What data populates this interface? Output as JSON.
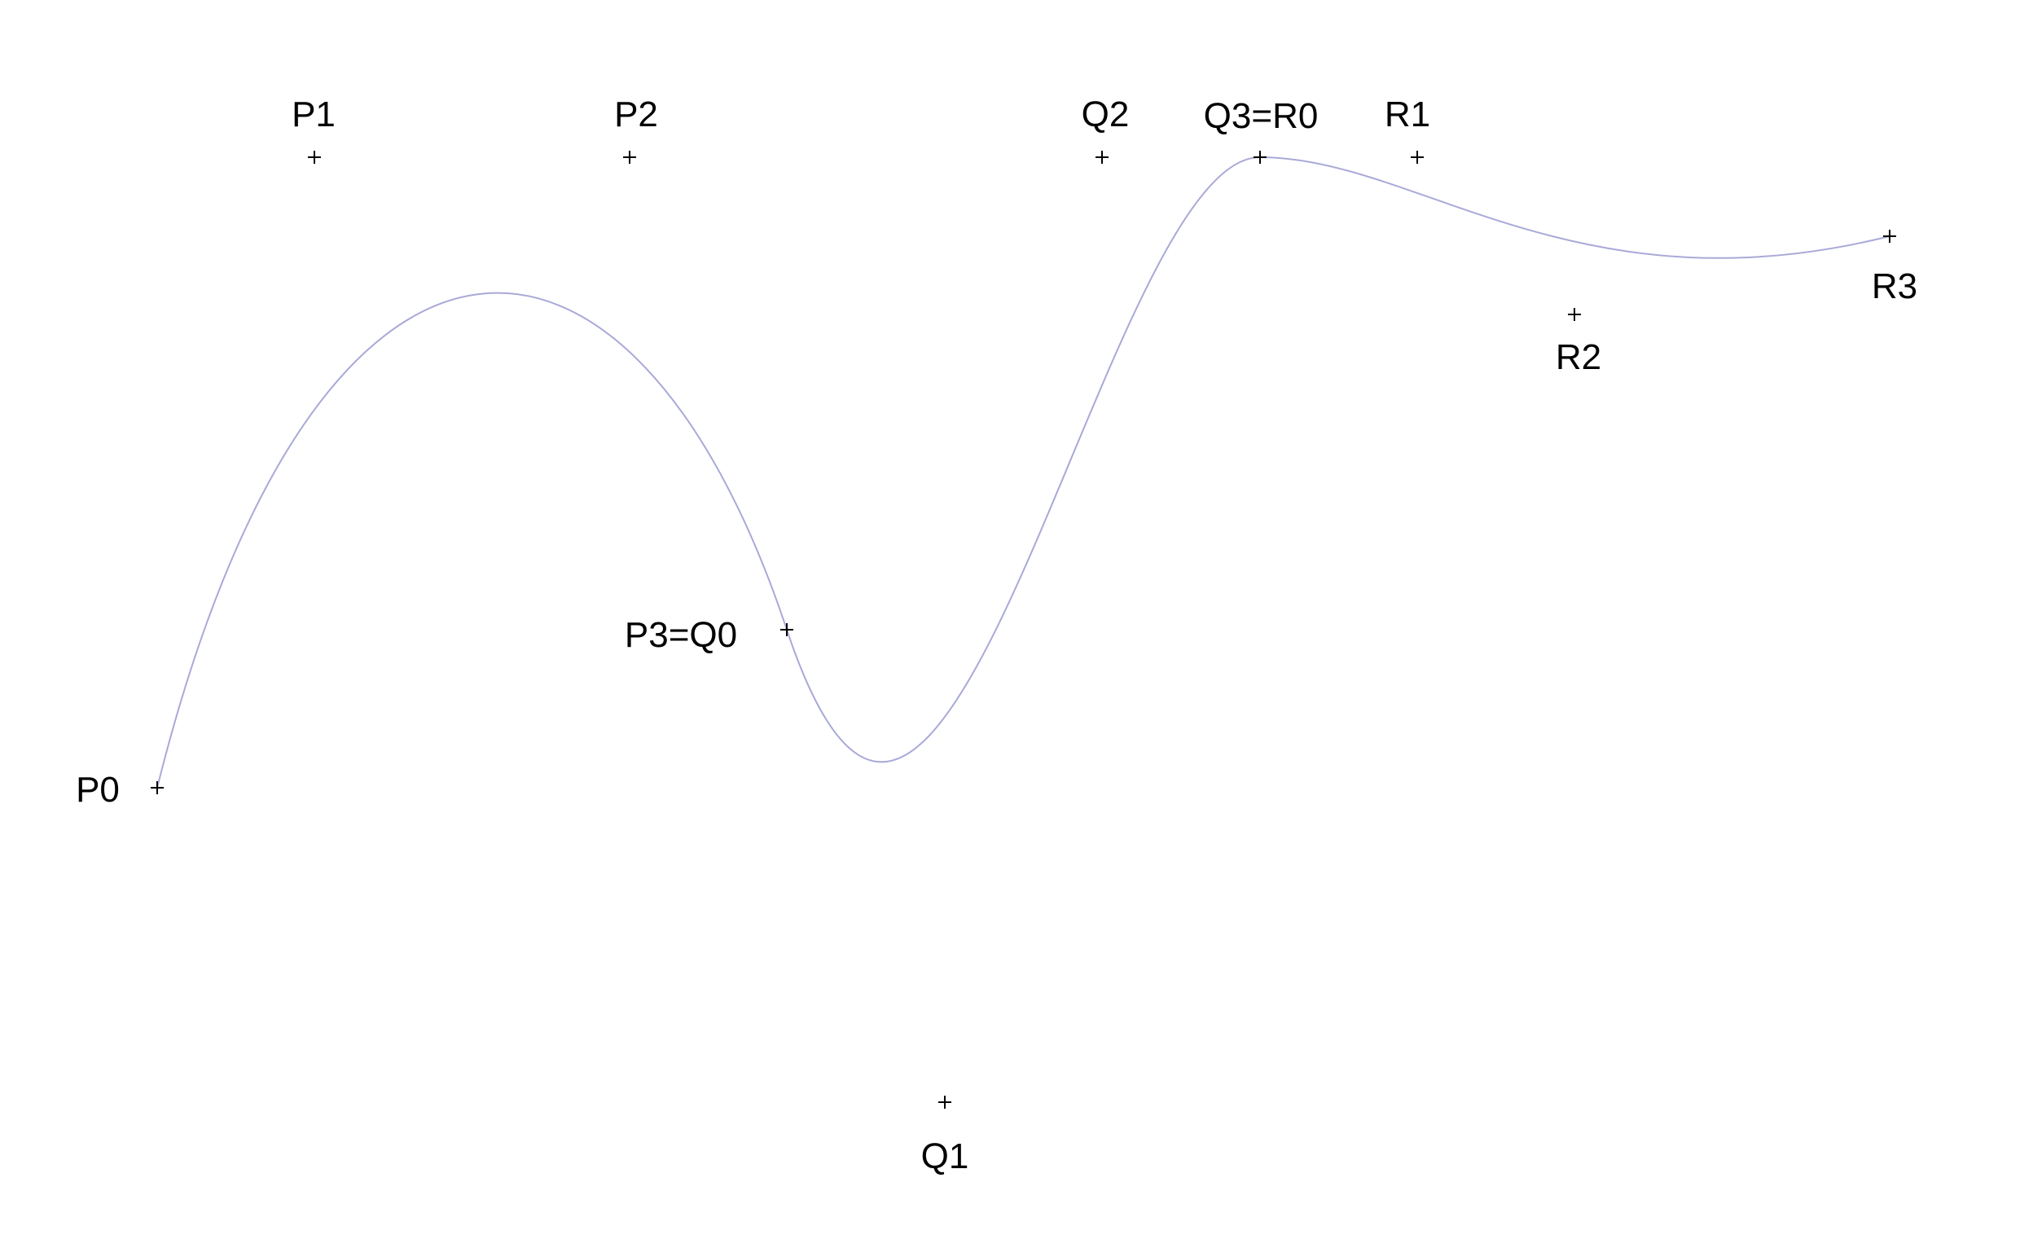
{
  "curve_color": "#a9a9d8",
  "marker_color": "#000000",
  "points": [
    {
      "id": "p0",
      "label": "P0"
    },
    {
      "id": "p1",
      "label": "P1"
    },
    {
      "id": "p2",
      "label": "P2"
    },
    {
      "id": "p3q0",
      "label": "P3=Q0"
    },
    {
      "id": "q1",
      "label": "Q1"
    },
    {
      "id": "q2",
      "label": "Q2"
    },
    {
      "id": "q3r0",
      "label": "Q3=R0"
    },
    {
      "id": "r1",
      "label": "R1"
    },
    {
      "id": "r2",
      "label": "R2"
    },
    {
      "id": "r3",
      "label": "R3"
    }
  ]
}
